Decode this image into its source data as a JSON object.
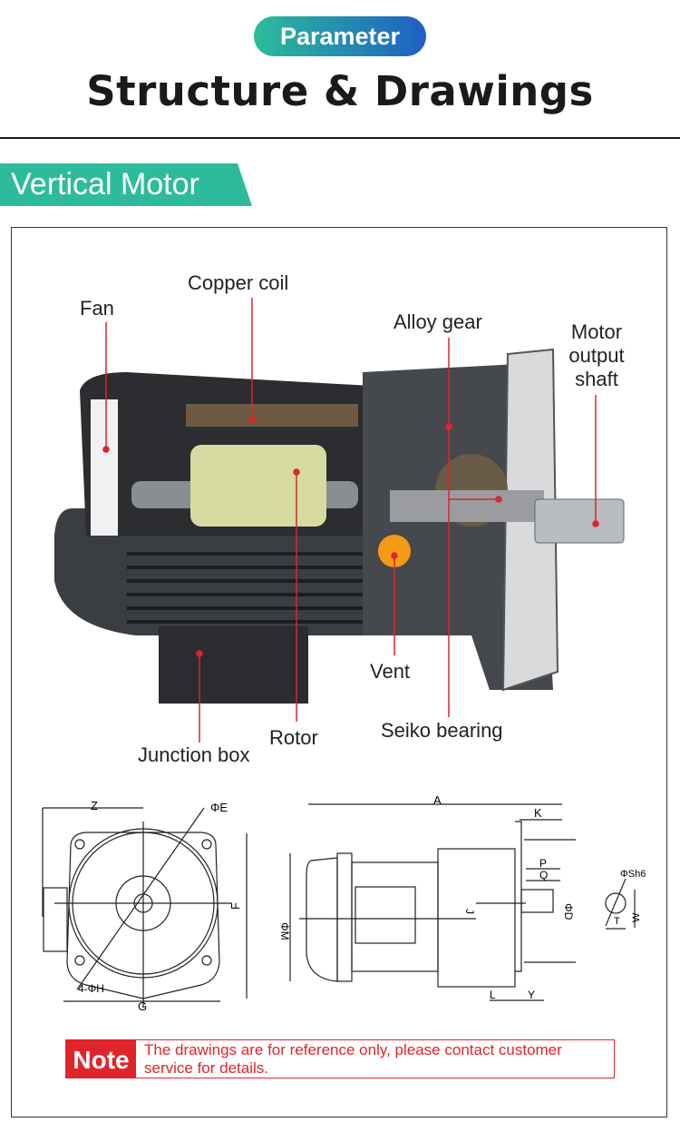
{
  "header": {
    "badge": "Parameter",
    "title": "Structure & Drawings"
  },
  "section": {
    "title": "Vertical Motor"
  },
  "structure_labels": {
    "copper_coil": "Copper coil",
    "fan": "Fan",
    "alloy_gear": "Alloy gear",
    "motor_output_shaft": [
      "Motor",
      "output",
      "shaft"
    ],
    "vent": "Vent",
    "seiko_bearing": "Seiko bearing",
    "rotor": "Rotor",
    "junction_box": "Junction box"
  },
  "dimensions": {
    "front": {
      "z": "Z",
      "e": "ΦE",
      "f": "F",
      "h": "4-ΦH",
      "g": "G"
    },
    "side": {
      "a": "A",
      "k": "K",
      "p": "P",
      "q": "Q",
      "d": "ΦD",
      "j": "J",
      "m": "ΦM",
      "l": "L",
      "y": "Y"
    },
    "shaft": {
      "s": "ΦSh6",
      "t": "T",
      "w": "W"
    }
  },
  "note": {
    "tag": "Note",
    "text": "The drawings are for reference only, please contact customer service for details."
  },
  "colors": {
    "teal": "#2dbb9c",
    "blue": "#1f5fc4",
    "red": "#e0242b"
  }
}
